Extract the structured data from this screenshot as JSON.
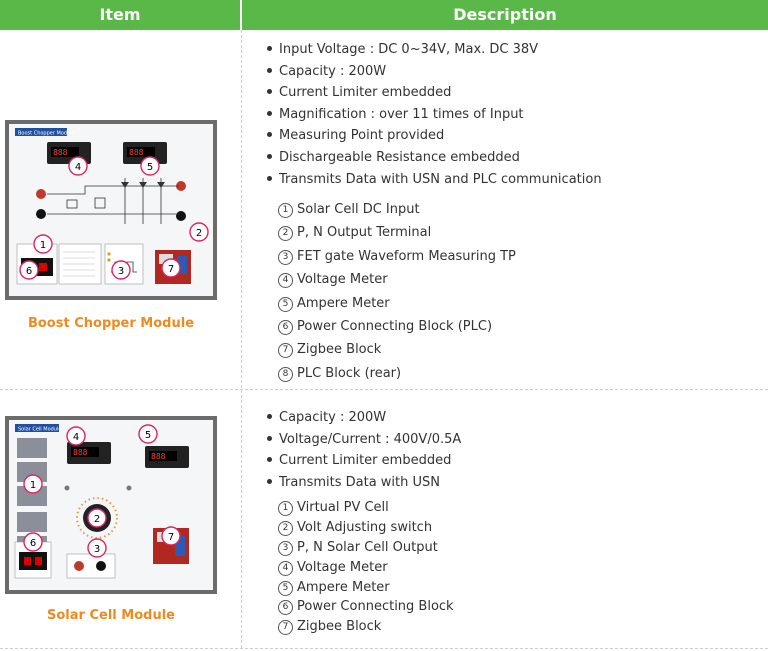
{
  "header": {
    "item": "Item",
    "description": "Description"
  },
  "modules": [
    {
      "name": "Boost Chopper Module",
      "board_title": "Boost Chopper Module",
      "features": [
        "Input Voltage : DC 0~34V, Max. DC 38V",
        "Capacity : 200W",
        "Current Limiter embedded",
        "Magnification : over 11 times of Input",
        "Measuring Point provided",
        "Dischargeable Resistance embedded",
        "Transmits Data with USN and PLC communication"
      ],
      "parts": [
        {
          "num": "1",
          "label": "Solar Cell DC Input"
        },
        {
          "num": "2",
          "label": "P, N Output Terminal"
        },
        {
          "num": "3",
          "label": "FET gate Waveform Measuring TP"
        },
        {
          "num": "4",
          "label": "Voltage Meter"
        },
        {
          "num": "5",
          "label": "Ampere Meter"
        },
        {
          "num": "6",
          "label": "Power Connecting Block (PLC)"
        },
        {
          "num": "7",
          "label": "Zigbee Block"
        },
        {
          "num": "8",
          "label": "PLC Block (rear)"
        }
      ]
    },
    {
      "name": "Solar Cell Module",
      "board_title": "Solar Cell Module",
      "features": [
        "Capacity : 200W",
        "Voltage/Current : 400V/0.5A",
        "Current Limiter embedded",
        "Transmits Data with USN"
      ],
      "parts": [
        {
          "num": "1",
          "label": "Virtual PV Cell"
        },
        {
          "num": "2",
          "label": "Volt Adjusting switch"
        },
        {
          "num": "3",
          "label": "P, N Solar Cell Output"
        },
        {
          "num": "4",
          "label": "Voltage Meter"
        },
        {
          "num": "5",
          "label": "Ampere Meter"
        },
        {
          "num": "6",
          "label": "Power Connecting Block"
        },
        {
          "num": "7",
          "label": "Zigbee Block"
        }
      ]
    }
  ],
  "colors": {
    "header_bg": "#59b848",
    "module_name": "#f08a1c",
    "callout": "#e0245e"
  }
}
